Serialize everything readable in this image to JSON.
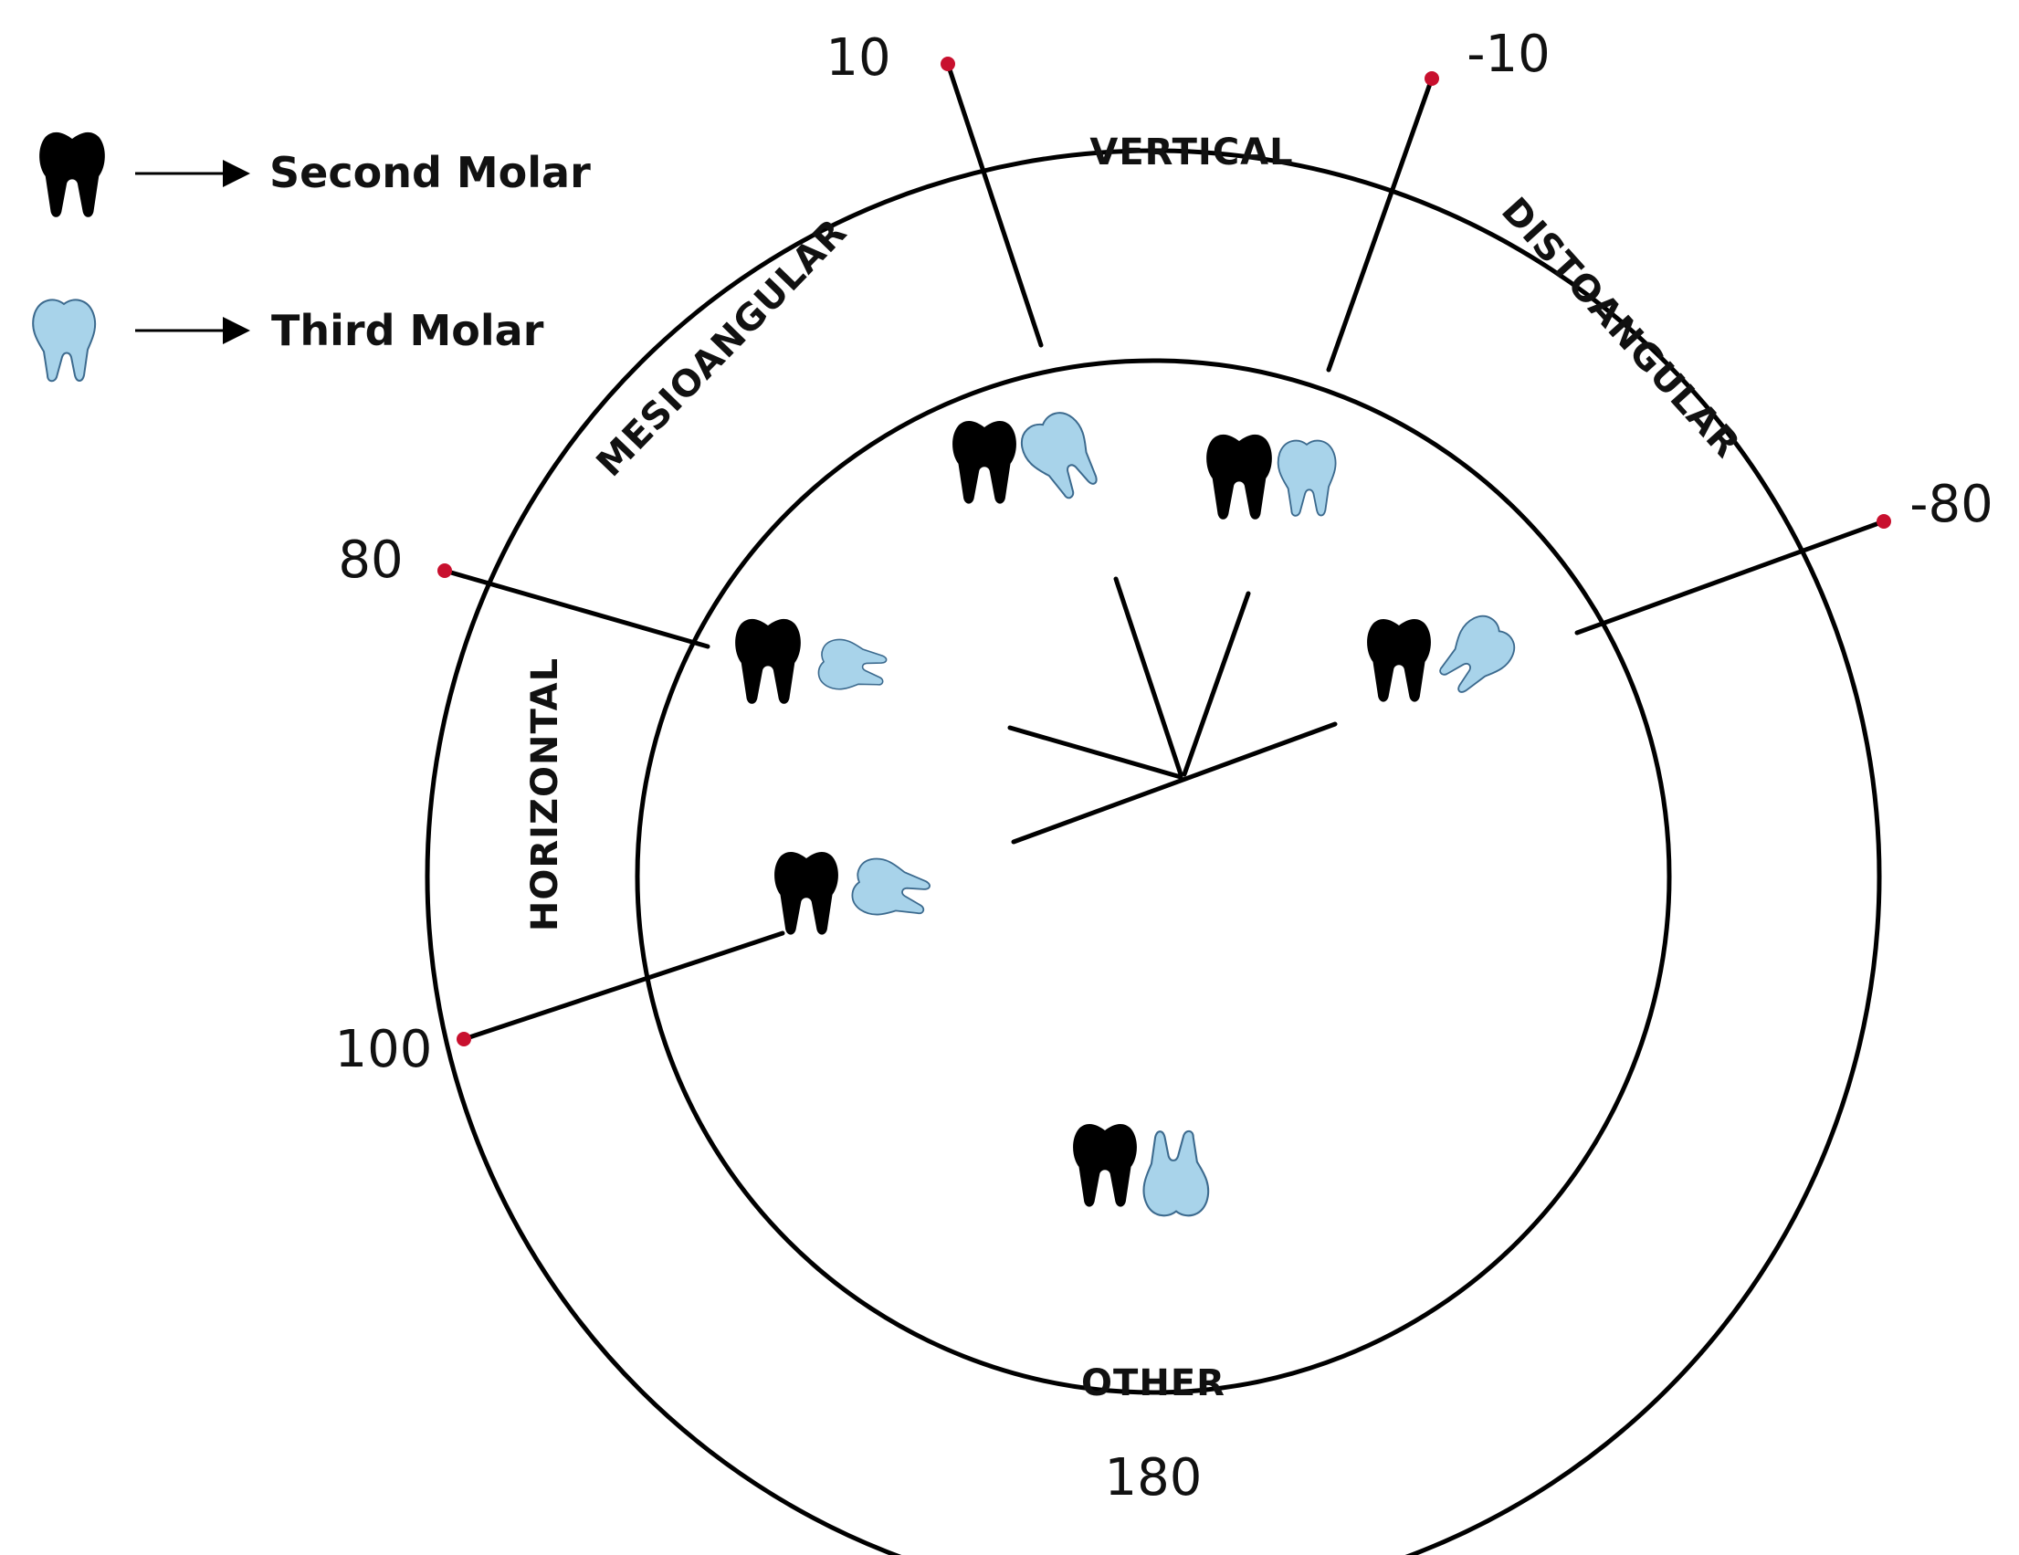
{
  "legend": {
    "second_molar_label": "Second Molar",
    "third_molar_label": "Third Molar"
  },
  "angles": {
    "a10": "10",
    "a_minus10": "-10",
    "a80": "80",
    "a_minus80": "-80",
    "a100": "100",
    "a180": "180"
  },
  "regions": {
    "vertical": "VERTICAL",
    "mesioangular": "MESIOANGULAR",
    "distoangular": "DISTOANGULAR",
    "horizontal": "HORIZONTAL",
    "other": "OTHER"
  },
  "colors": {
    "second_molar": "#000000",
    "third_molar": "#a8d3ea",
    "third_molar_outline": "#3c6a8e",
    "boundary_marker": "#c8102e",
    "lines": "#000000"
  },
  "icons": {
    "second_molar": "black-tooth-icon",
    "third_molar": "light-blue-tooth-icon",
    "arrow": "right-arrow-icon"
  }
}
